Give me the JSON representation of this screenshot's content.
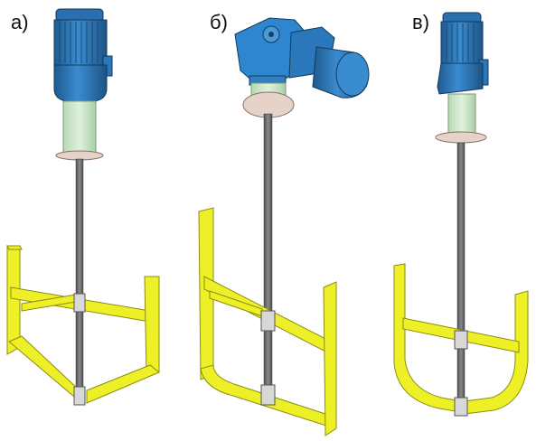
{
  "labels": {
    "a": "а)",
    "b": "б)",
    "c": "в)"
  },
  "colors": {
    "motor_blue": "#2f7fc1",
    "motor_dark": "#1f5a8e",
    "motor_light": "#4a9ad6",
    "coupling_green": "#cde8cc",
    "flange": "#e6d3c8",
    "shaft": "#6f6f72",
    "impeller_yellow": "#eef027",
    "impeller_edge": "#8c8c10",
    "clamp": "#d8d8d8"
  },
  "figure": {
    "mixers": [
      {
        "id": "a",
        "drive": "vertical-motor",
        "impeller": "anchor-trapezoid"
      },
      {
        "id": "b",
        "drive": "gear-motor",
        "impeller": "frame-rounded-double"
      },
      {
        "id": "c",
        "drive": "vertical-motor",
        "impeller": "anchor-u"
      }
    ]
  }
}
